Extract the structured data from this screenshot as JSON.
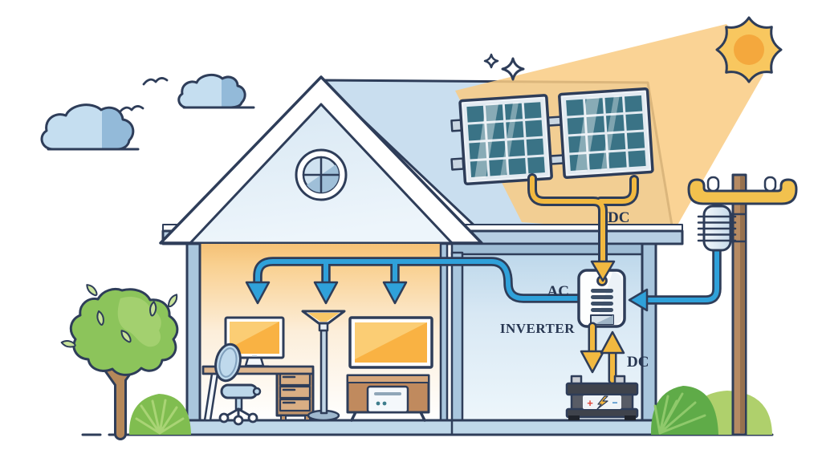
{
  "labels": {
    "dc_roof": "DC",
    "ac": "AC",
    "inverter": "INVERTER",
    "dc_battery": "DC"
  },
  "battery": {
    "plus": "+",
    "minus": "−"
  },
  "colors": {
    "outline": "#2E3D59",
    "dc_cable": "#F2B940",
    "ac_cable": "#2FA1DA",
    "sun": "#F8C75F",
    "sun_core": "#F4A83D",
    "beam": "#F9CB82",
    "roof": "#C9DEEF",
    "wall": "#A9C6DD",
    "room_glow": "#F9D090",
    "panel_cell": "#3A7386",
    "screen": "#F9B243",
    "tree": "#8CC45B",
    "bush": "#80BD50",
    "battery_body": "#585C66",
    "pole_wood": "#B58A63"
  }
}
